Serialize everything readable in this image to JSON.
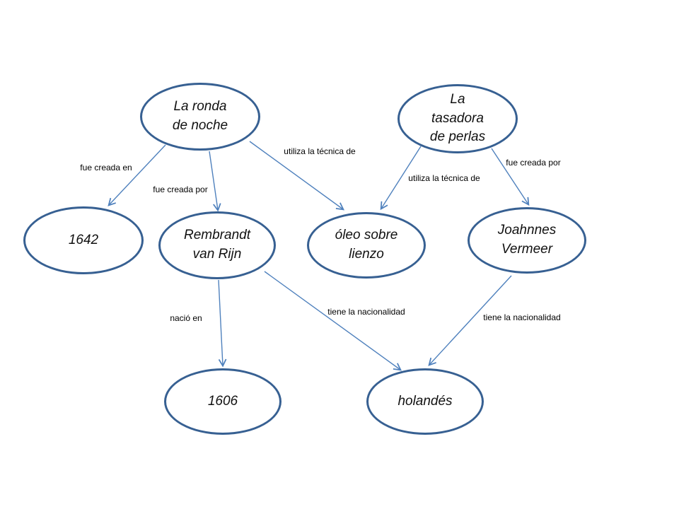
{
  "diagram": {
    "title": "Concept map: paintings, painters, technique and nationality",
    "colors": {
      "node_border": "#376092",
      "arrow": "#4F81BD",
      "text": "#000000",
      "background": "#FFFFFF"
    },
    "nodes": [
      {
        "id": "la-ronda-de-noche",
        "label": "La ronda\nde noche"
      },
      {
        "id": "la-tasadora-de-perlas",
        "label": "La\ntasadora\nde perlas"
      },
      {
        "id": "1642",
        "label": "1642"
      },
      {
        "id": "rembrandt-van-rijn",
        "label": "Rembrandt\nvan Rijn"
      },
      {
        "id": "oleo-sobre-lienzo",
        "label": "óleo sobre\nlienzo"
      },
      {
        "id": "joahnnes-vermeer",
        "label": "Joahnnes\nVermeer"
      },
      {
        "id": "1606",
        "label": "1606"
      },
      {
        "id": "holandes",
        "label": "holandés"
      }
    ],
    "edges": [
      {
        "from": "la-ronda-de-noche",
        "to": "1642",
        "label": "fue creada en"
      },
      {
        "from": "la-ronda-de-noche",
        "to": "rembrandt-van-rijn",
        "label": "fue creada por"
      },
      {
        "from": "la-ronda-de-noche",
        "to": "oleo-sobre-lienzo",
        "label": "utiliza la técnica de"
      },
      {
        "from": "la-tasadora-de-perlas",
        "to": "oleo-sobre-lienzo",
        "label": "utiliza la técnica de"
      },
      {
        "from": "la-tasadora-de-perlas",
        "to": "joahnnes-vermeer",
        "label": "fue creada por"
      },
      {
        "from": "rembrandt-van-rijn",
        "to": "1606",
        "label": "nació en"
      },
      {
        "from": "rembrandt-van-rijn",
        "to": "holandes",
        "label": "tiene la nacionalidad"
      },
      {
        "from": "joahnnes-vermeer",
        "to": "holandes",
        "label": "tiene la nacionalidad"
      }
    ]
  }
}
